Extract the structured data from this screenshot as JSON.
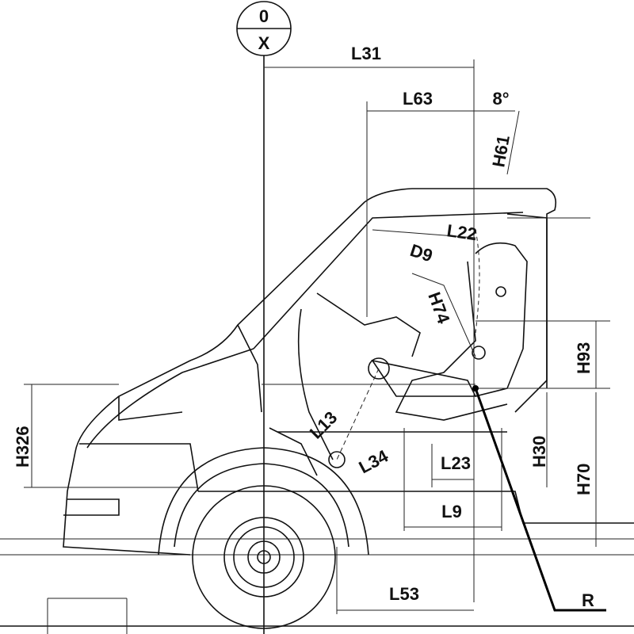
{
  "diagram": {
    "reference_marker": {
      "top": "0",
      "bottom": "X"
    },
    "labels": {
      "L31": "L31",
      "L63": "L63",
      "angle": "8°",
      "H61": "H61",
      "L22": "L22",
      "D9": "D9",
      "H74": "H74",
      "H93": "H93",
      "H326": "H326",
      "L13": "L13",
      "L34": "L34",
      "L23": "L23",
      "H30": "H30",
      "H70": "H70",
      "L9": "L9",
      "L53": "L53",
      "R": "R"
    }
  }
}
